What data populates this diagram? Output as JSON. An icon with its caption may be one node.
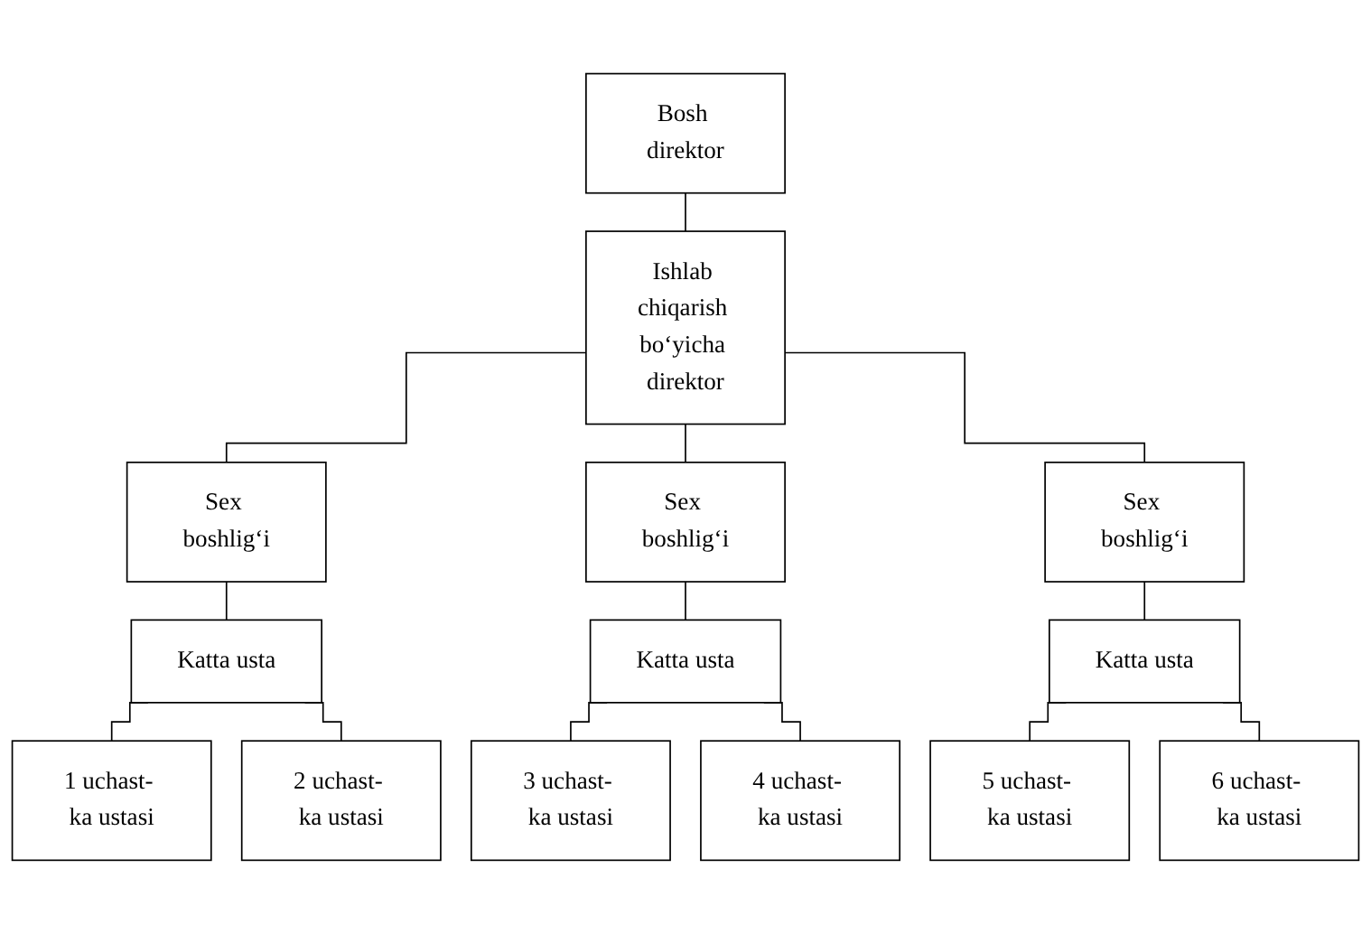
{
  "diagram": {
    "nodes": [
      {
        "text": [
          "Bosh direktor"
        ]
      },
      {
        "text": [
          "Ishlab chiqarish bo‘yicha direktor"
        ]
      },
      {
        "text": [
          "Sex boshlig‘i"
        ]
      },
      {
        "text": [
          "Sex boshlig‘i"
        ]
      },
      {
        "text": [
          "Sex boshlig‘i"
        ]
      },
      {
        "text": [
          "Katta usta"
        ]
      },
      {
        "text": [
          "Katta usta"
        ]
      },
      {
        "text": [
          "Katta usta"
        ]
      },
      {
        "text": [
          "1 uchast- ka ustasi"
        ]
      },
      {
        "text": [
          "2 uchast- ka ustasi"
        ]
      },
      {
        "text": [
          "3 uchast- ka ustasi"
        ]
      },
      {
        "text": [
          "4 uchast- ka ustasi"
        ]
      },
      {
        "text": [
          "5 uchast- ka ustasi"
        ]
      },
      {
        "text": [
          "6 uchast- ka ustasi"
        ]
      }
    ],
    "edges": [
      {
        "from": 0,
        "to": 1,
        "arrow": "none"
      },
      {
        "from": 1,
        "to": 2,
        "arrow": "none"
      },
      {
        "from": 1,
        "to": 3,
        "arrow": "none"
      },
      {
        "from": 1,
        "to": 4,
        "arrow": "none"
      },
      {
        "from": 2,
        "to": 5,
        "arrow": "none"
      },
      {
        "from": 3,
        "to": 6,
        "arrow": "none"
      },
      {
        "from": 4,
        "to": 7,
        "arrow": "none"
      },
      {
        "from": 5,
        "to": 8,
        "arrow": "none"
      },
      {
        "from": 5,
        "to": 9,
        "arrow": "none"
      },
      {
        "from": 6,
        "to": 10,
        "arrow": "none"
      },
      {
        "from": 6,
        "to": 11,
        "arrow": "none"
      },
      {
        "from": 7,
        "to": 12,
        "arrow": "none"
      },
      {
        "from": 7,
        "to": 13,
        "arrow": "none"
      }
    ]
  }
}
